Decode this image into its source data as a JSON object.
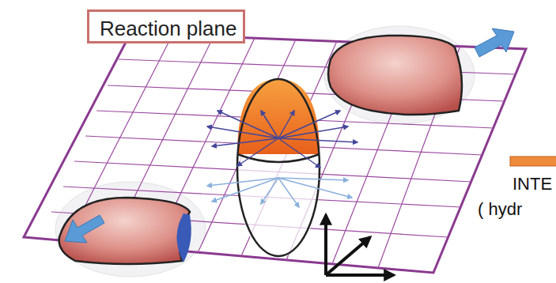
{
  "diagram": {
    "nodes": [
      {
        "text": [
          "Reaction plane"
        ]
      }
    ],
    "labels": [
      "INTE",
      "( hydr"
    ]
  }
}
